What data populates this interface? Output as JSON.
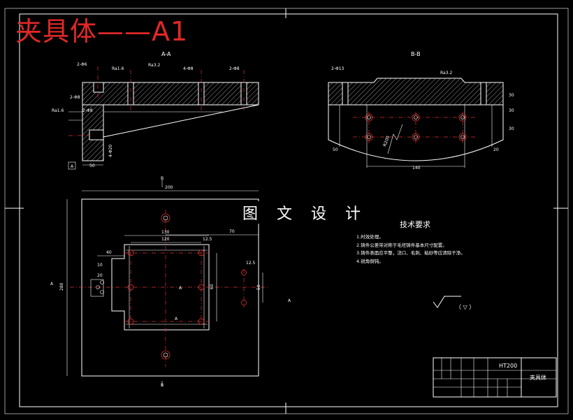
{
  "title": "夹具体——A1",
  "watermark": "图 文 设 计",
  "views": {
    "section_aa": "A-A",
    "section_bb": "B-B",
    "cut_a_left": "A",
    "cut_a_right": "A",
    "cut_b_top": "B",
    "cut_b_bottom": "B",
    "center_a": "A",
    "center_a2": "A"
  },
  "requirements": {
    "heading": "技术要求",
    "items": [
      "1.时效处理。",
      "2.铸件公差带对称于毛坯铸件基本尺寸配置。",
      "3.铸件表面应平整，浇口、毛刺、粘砂等应清除干净。",
      "4.锐角倒钝。"
    ]
  },
  "surface_note": "（ ▽ ）",
  "title_block": {
    "material": "HT200",
    "part_name": "夹具体"
  },
  "dims": {
    "aa_top_1": "2-Φ6",
    "aa_top_2": "4-Φ8",
    "aa_top_3": "2-Φ8",
    "aa_ra1": "Ra1.6",
    "aa_ra2": "Ra3.2",
    "aa_ra3": "Ra1.6",
    "aa_50": "50",
    "aa_left_1": "2-Φ8",
    "aa_left_2": "2-Φ8",
    "aa_r": "4-Φ20",
    "bb_top": "2-Φ13",
    "bb_ra": "Ra3.2",
    "bb_30a": "30",
    "bb_30b": "30",
    "bb_30c": "30",
    "bb_50": "50",
    "bb_20": "20",
    "bb_140": "140",
    "bb_r": "R200",
    "plan_200": "200",
    "plan_130": "130",
    "plan_120": "120",
    "plan_12": "12.5",
    "plan_70": "70",
    "plan_40": "40",
    "plan_10": "10",
    "plan_20": "20",
    "plan_12b": "12.5",
    "plan_50": "50",
    "plan_60": "60",
    "plan_280": "280"
  }
}
